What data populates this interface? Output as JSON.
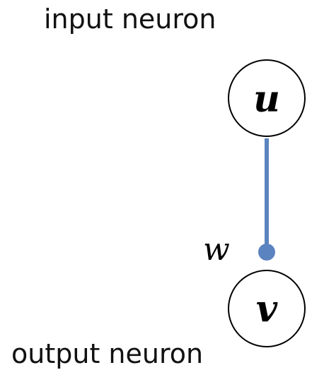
{
  "labels": {
    "input": "input neuron",
    "output": "output neuron"
  },
  "nodes": {
    "input_symbol": "u",
    "output_symbol": "v"
  },
  "edge": {
    "weight_symbol": "w",
    "color": "#5b83bf"
  },
  "colors": {
    "node_stroke": "#000000",
    "node_fill": "#ffffff",
    "text": "#111111"
  }
}
